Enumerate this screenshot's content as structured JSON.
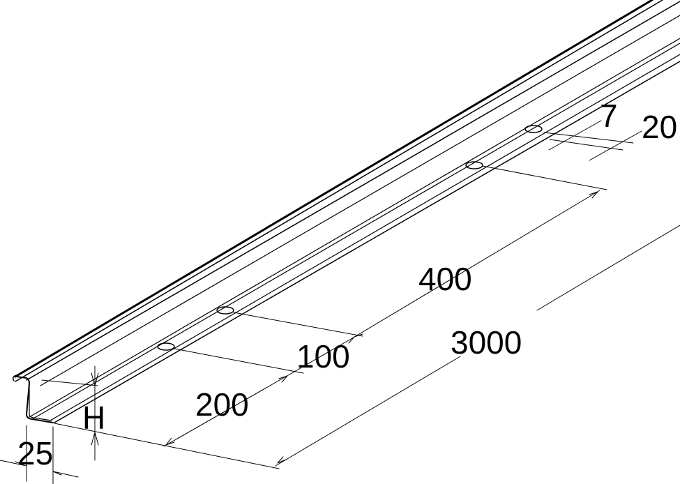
{
  "drawing": {
    "colors": {
      "line": "#000000",
      "background": "#ffffff"
    },
    "dimensions": {
      "length": "3000",
      "slot_pitch": "400",
      "slot_offset_100": "100",
      "slot_offset_200": "200",
      "slot_width": "7",
      "slot_length": "20",
      "height": "H",
      "flange": "25"
    }
  }
}
